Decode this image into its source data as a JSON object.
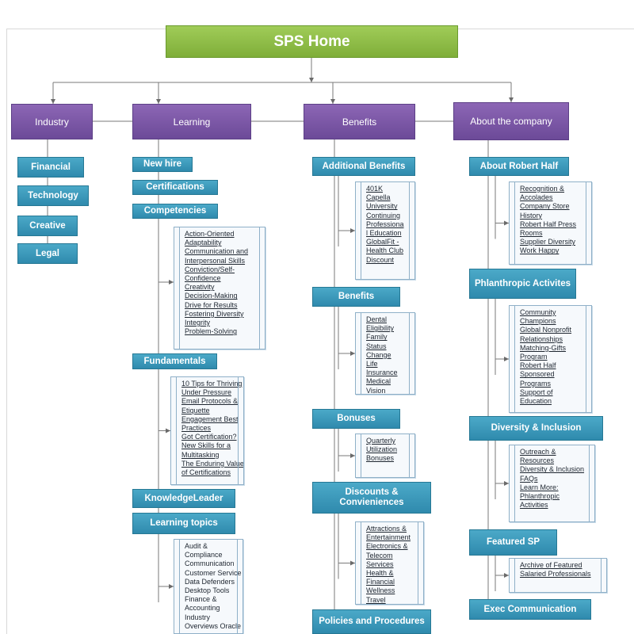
{
  "root": "SPS Home",
  "categories": [
    {
      "title": "Industry",
      "items": [
        {
          "label": "Financial"
        },
        {
          "label": "Technology"
        },
        {
          "label": "Creative"
        },
        {
          "label": "Legal"
        }
      ]
    },
    {
      "title": "Learning",
      "items": [
        {
          "label": "New hire"
        },
        {
          "label": "Certifications"
        },
        {
          "label": "Competencies",
          "links": [
            "Action-Oriented",
            "Adaptability",
            "Communication and",
            "Interpersonal Skills",
            "Conviction/Self-",
            "Confidence",
            "Creativity",
            "Decision-Making",
            "Drive for Results",
            "Fostering Diversity",
            "Integrity",
            "Problem-Solving"
          ]
        },
        {
          "label": "Fundamentals",
          "links": [
            "10 Tips for Thriving",
            "Under Pressure",
            "Email Protocols &",
            "Etiquette",
            "Engagement Best",
            "Practices",
            "Got Certification?",
            "New Skills for a",
            "Multitasking",
            "The Enduring Value",
            "of Certifications"
          ]
        },
        {
          "label": "KnowledgeLeader"
        },
        {
          "label": "Learning topics",
          "links": [
            "Audit &",
            "Compliance",
            "Communication",
            "Customer Service",
            "Data Defenders",
            "Desktop Tools",
            "Finance &",
            "Accounting",
            "Industry",
            "Overviews Oracle"
          ]
        }
      ]
    },
    {
      "title": "Benefits",
      "items": [
        {
          "label": "Additional Benefits",
          "links": [
            "401K",
            "Capella",
            "University",
            "Continuing",
            "Professiona",
            "l Education",
            "GlobalFit -",
            "Health Club",
            "Discount"
          ]
        },
        {
          "label": "Benefits",
          "links": [
            "Dental",
            "Eligibility",
            "Family",
            "Status",
            "Change",
            "Life",
            "Insurance",
            "Medical",
            "Vision"
          ]
        },
        {
          "label": "Bonuses",
          "links": [
            "Quarterly",
            "Utilization",
            "Bonuses"
          ]
        },
        {
          "label": "Discounts & Convieniences",
          "links": [
            "Attractions &",
            "Entertainment",
            "Electronics &",
            "Telecom",
            "Services",
            "Health &",
            "Financial",
            "Wellness",
            "Travel"
          ]
        },
        {
          "label": "Policies and Procedures"
        }
      ]
    },
    {
      "title": "About the company",
      "items": [
        {
          "label": "About Robert Half",
          "links": [
            "Recognition &",
            "Accolades",
            "Company Store",
            "History",
            "Robert Half Press",
            "Rooms",
            "Supplier Diversity",
            "Work Happy"
          ]
        },
        {
          "label": "Phlanthropic Activites",
          "links": [
            "Community",
            "Champions",
            "Global Nonprofit",
            "Relationships",
            "Matching-Gifts",
            "Program",
            "Robert Half",
            "Sponsored",
            "Programs",
            "Support of",
            "Education"
          ]
        },
        {
          "label": "Diversity & Inclusion",
          "links": [
            "Outreach &",
            "Resources",
            "Diversity & Inclusion",
            "FAQs",
            "Learn More:",
            "Phlanthropic",
            "Activities"
          ]
        },
        {
          "label": "Featured SP",
          "links": [
            "Archive of Featured",
            "Salaried Professionals"
          ]
        },
        {
          "label": "Exec Communication"
        }
      ]
    }
  ]
}
